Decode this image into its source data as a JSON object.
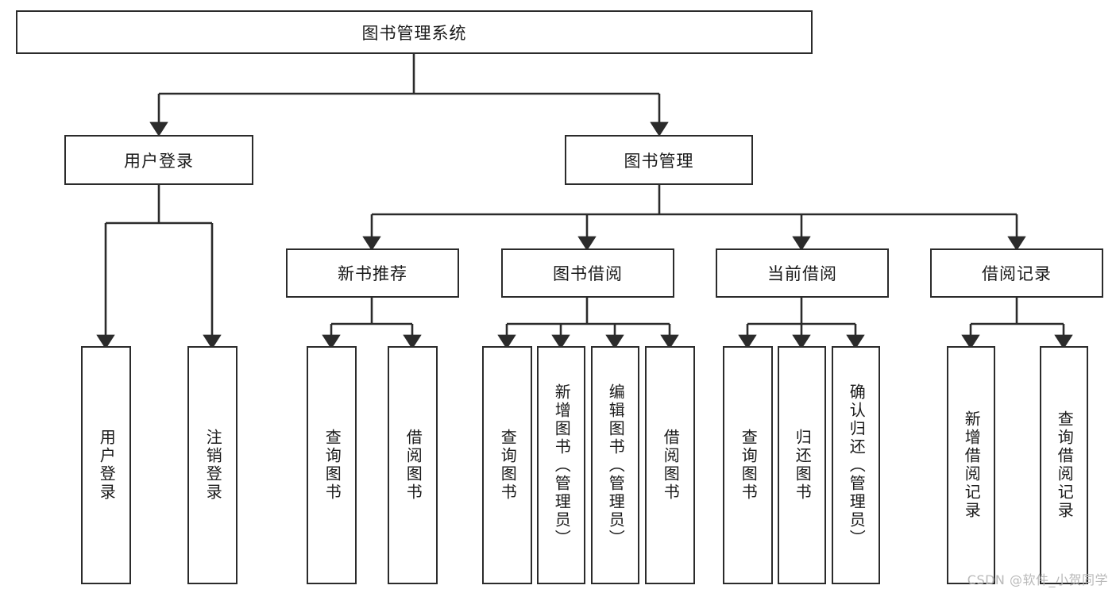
{
  "diagram": {
    "title": "图书管理系统",
    "watermark": "CSDN @软件_小贺同学",
    "root": {
      "label": "图书管理系统"
    },
    "level2": [
      {
        "label": "用户登录"
      },
      {
        "label": "图书管理"
      }
    ],
    "level3": [
      {
        "label": "新书推荐"
      },
      {
        "label": "图书借阅"
      },
      {
        "label": "当前借阅"
      },
      {
        "label": "借阅记录"
      }
    ],
    "leaves": {
      "user_login": [
        {
          "label": "用户登录"
        },
        {
          "label": "注销登录"
        }
      ],
      "new_book": [
        {
          "label": "查询图书"
        },
        {
          "label": "借阅图书"
        }
      ],
      "borrow_book": [
        {
          "label": "查询图书"
        },
        {
          "label": "新增图书（管理员）"
        },
        {
          "label": "编辑图书（管理员）"
        },
        {
          "label": "借阅图书"
        }
      ],
      "current_borrow": [
        {
          "label": "查询图书"
        },
        {
          "label": "归还图书"
        },
        {
          "label": "确认归还（管理员）"
        }
      ],
      "borrow_record": [
        {
          "label": "新增借阅记录"
        },
        {
          "label": "查询借阅记录"
        }
      ]
    },
    "colors": {
      "stroke": "#2b2b2b",
      "background": "#ffffff",
      "text": "#1a1a1a",
      "watermark": "#b9b9b9"
    }
  }
}
